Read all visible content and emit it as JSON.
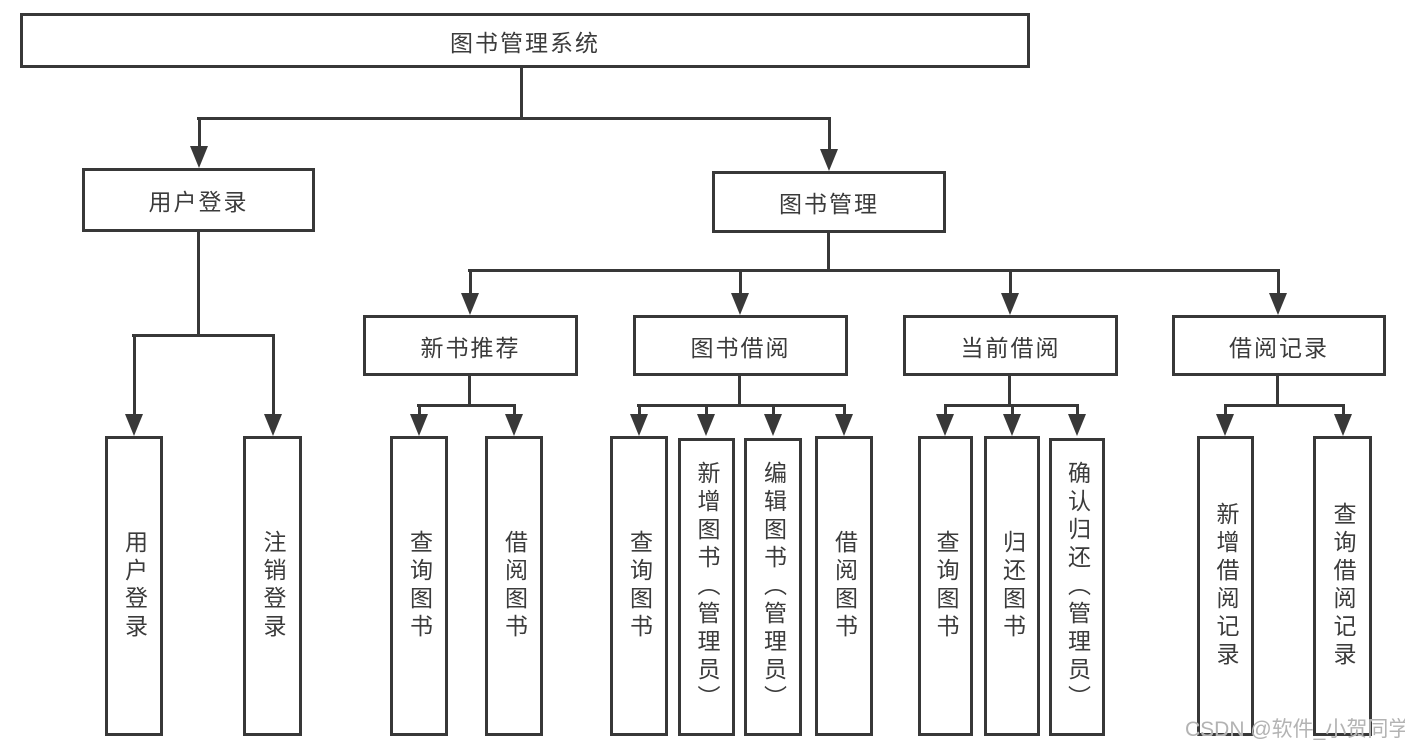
{
  "tree": {
    "label": "图书管理系统",
    "children": [
      {
        "label": "用户登录",
        "children": [
          {
            "label": "用户登录"
          },
          {
            "label": "注销登录"
          }
        ]
      },
      {
        "label": "图书管理",
        "children": [
          {
            "label": "新书推荐",
            "children": [
              {
                "label": "查询图书"
              },
              {
                "label": "借阅图书"
              }
            ]
          },
          {
            "label": "图书借阅",
            "children": [
              {
                "label": "查询图书"
              },
              {
                "label": "新增图书（管理员）"
              },
              {
                "label": "编辑图书（管理员）"
              },
              {
                "label": "借阅图书"
              }
            ]
          },
          {
            "label": "当前借阅",
            "children": [
              {
                "label": "查询图书"
              },
              {
                "label": "归还图书"
              },
              {
                "label": "确认归还（管理员）"
              }
            ]
          },
          {
            "label": "借阅记录",
            "children": [
              {
                "label": "新增借阅记录"
              },
              {
                "label": "查询借阅记录"
              }
            ]
          }
        ]
      }
    ]
  },
  "watermark": "CSDN @软件_小贺同学",
  "colors": {
    "line": "#383838",
    "text": "#3b3b3b",
    "background": "#ffffff",
    "watermark": "#b3b3b3"
  }
}
